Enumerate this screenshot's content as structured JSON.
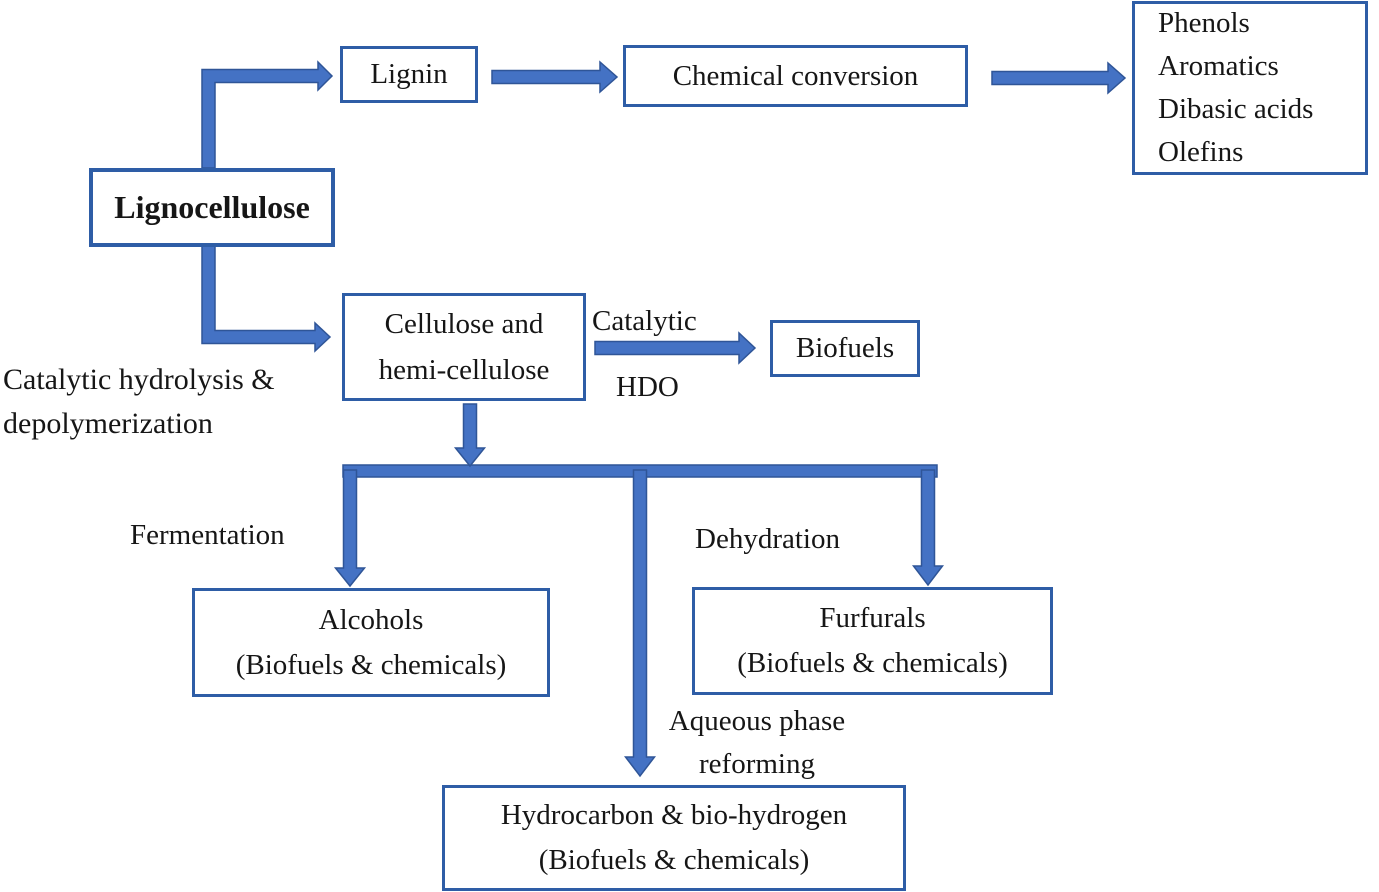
{
  "diagram": {
    "title": "Lignocellulose conversion pathways flowchart",
    "nodes": {
      "lignocellulose": {
        "label": "Lignocellulose"
      },
      "lignin": {
        "label": "Lignin"
      },
      "chemical_conversion": {
        "label": "Chemical conversion"
      },
      "lignin_products": {
        "lines": [
          "Phenols",
          "Aromatics",
          "Dibasic acids",
          "Olefins"
        ]
      },
      "cellulose": {
        "line1": "Cellulose and",
        "line2": "hemi-cellulose"
      },
      "biofuels": {
        "label": "Biofuels"
      },
      "alcohols": {
        "line1": "Alcohols",
        "line2": "(Biofuels & chemicals)"
      },
      "furfurals": {
        "line1": "Furfurals",
        "line2": "(Biofuels & chemicals)"
      },
      "hydrocarbon": {
        "line1": "Hydrocarbon & bio-hydrogen",
        "line2": "(Biofuels & chemicals)"
      }
    },
    "edge_labels": {
      "catalytic_hydrolysis_line1": "Catalytic hydrolysis &",
      "catalytic_hydrolysis_line2": "depolymerization",
      "catalytic": "Catalytic",
      "hdo": "HDO",
      "fermentation": "Fermentation",
      "dehydration": "Dehydration",
      "aqueous_line1": "Aqueous phase",
      "aqueous_line2": "reforming"
    },
    "colors": {
      "arrow_fill": "#4472c4",
      "arrow_outline": "#2f5597",
      "box_border": "#2e5da6",
      "text": "#161616",
      "background": "#ffffff"
    }
  }
}
